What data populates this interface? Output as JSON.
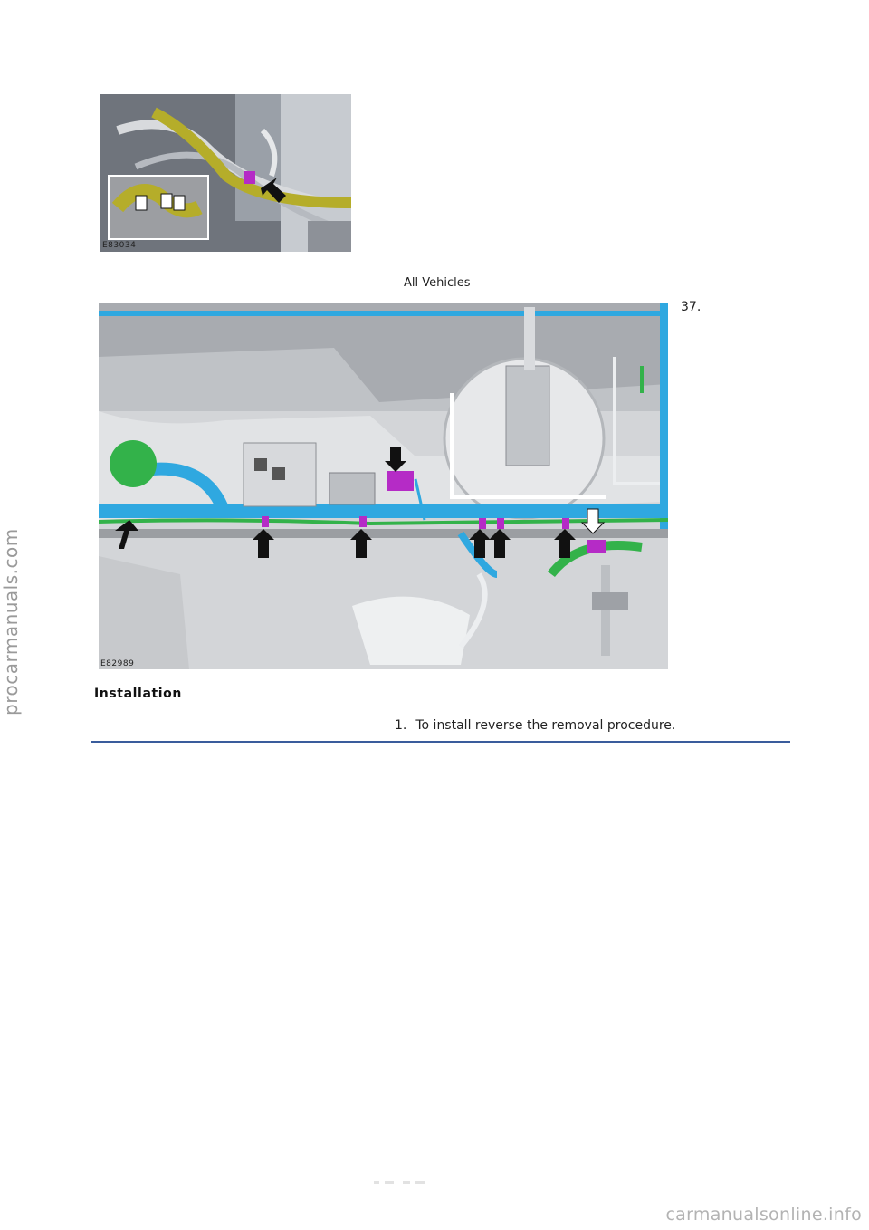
{
  "section": {
    "title": "All Vehicles",
    "step_number": "37."
  },
  "figures": {
    "first": {
      "label": "E83034"
    },
    "second": {
      "label": "E82989"
    }
  },
  "installation": {
    "heading": "Installation",
    "items": [
      {
        "number": "1.",
        "text": "To install reverse the removal procedure."
      }
    ]
  },
  "watermarks": {
    "side": "procarmanuals.com",
    "bottom": "carmanualsonline.info"
  },
  "colors": {
    "rule": "#3a5c9c",
    "harness_green": "#33b24a",
    "clip_magenta": "#b52bc6",
    "tube_cyan": "#2fa8e0",
    "tube_olive": "#b5ad2a"
  }
}
